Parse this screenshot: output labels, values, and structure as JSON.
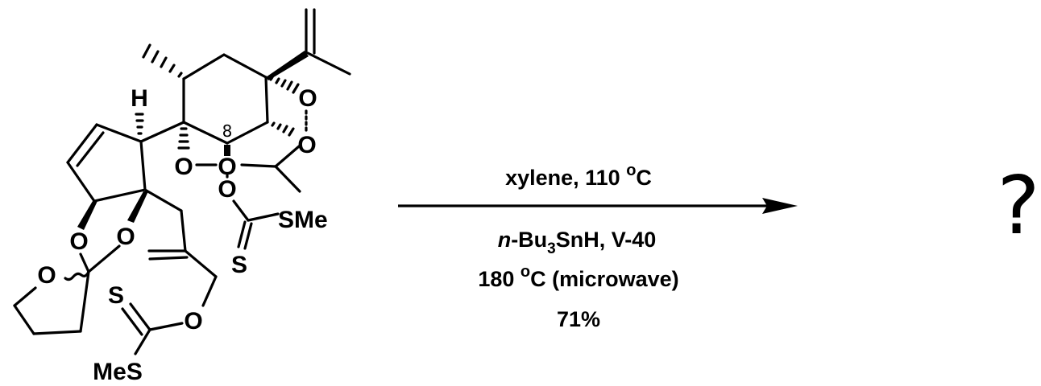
{
  "reactant": {
    "atoms": {
      "o_ep1": "O",
      "o_ep2": "O",
      "o_c8a": "O",
      "o_c8b": "O",
      "o_xanth1": "O",
      "s_xanth1": "S",
      "sme_xanth1": "SMe",
      "h": "H",
      "o_a": "O",
      "o_b": "O",
      "o_thf": "O",
      "o_xanth2": "O",
      "s_xanth2": "S",
      "sme_xanth2": "MeS"
    },
    "position_label": "8"
  },
  "conditions": {
    "above": {
      "text": "xylene, 110 ",
      "deg": "o",
      "unit": "C"
    },
    "below1": {
      "prefix": "n",
      "middle": "-Bu",
      "sub": "3",
      "suffix": "SnH, V-40"
    },
    "below2": {
      "temp": "180 ",
      "deg": "o",
      "rest": "C (microwave)"
    },
    "below3": "71%"
  },
  "product": "?"
}
